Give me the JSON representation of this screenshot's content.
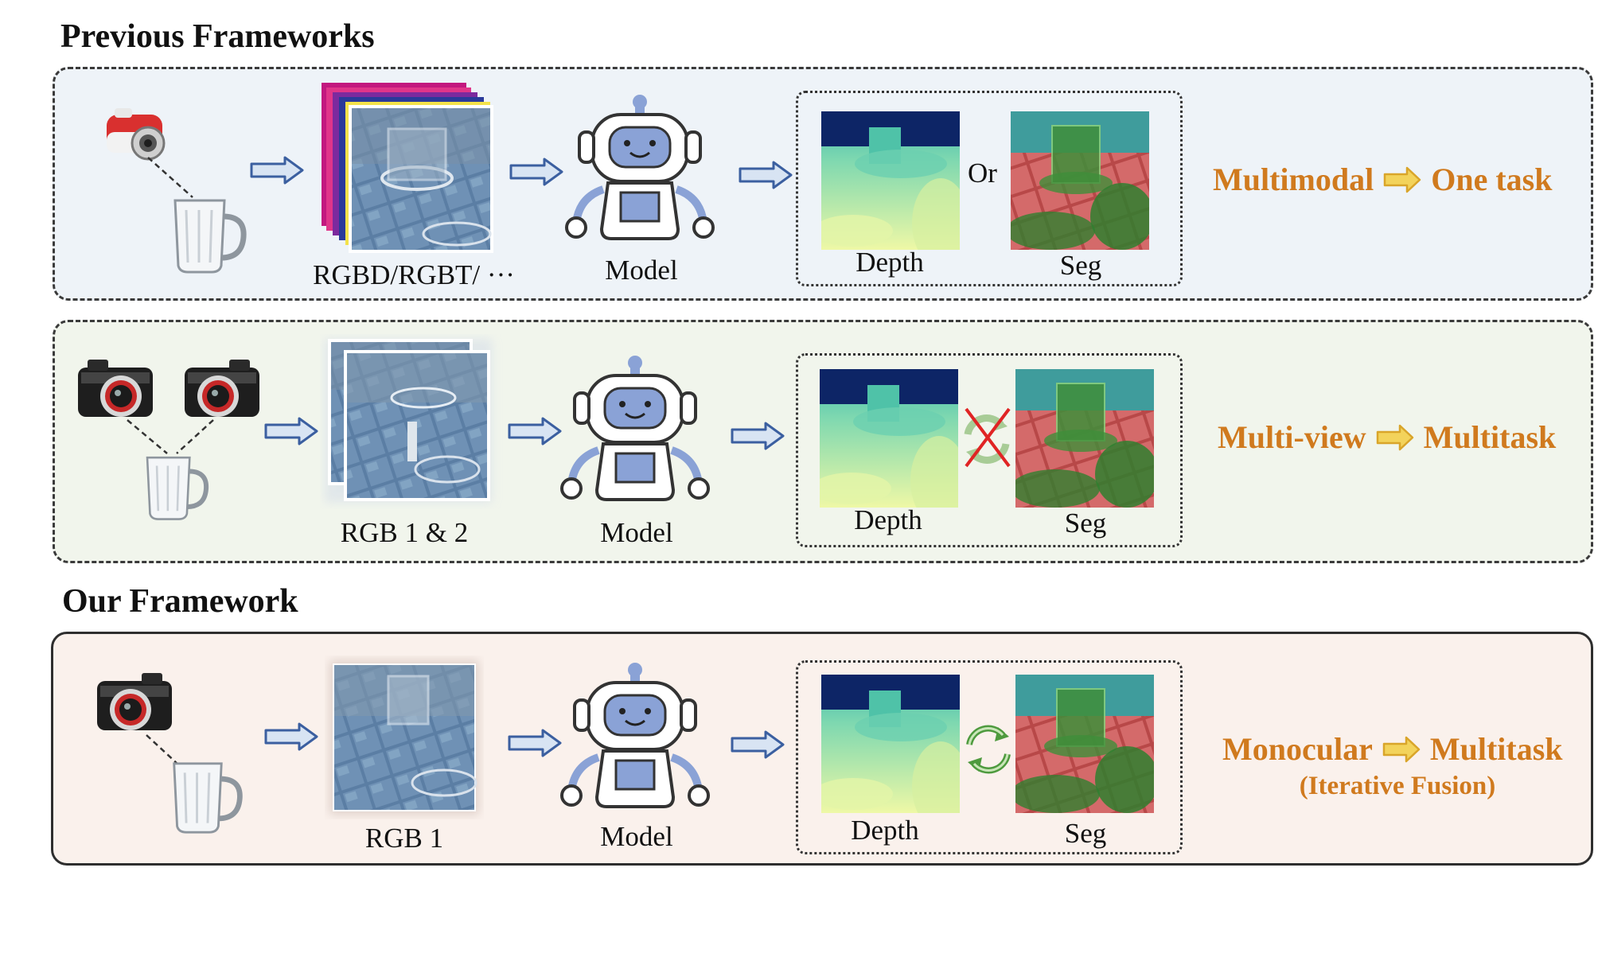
{
  "previous": {
    "title": "Previous Frameworks",
    "row1": {
      "input_label": "RGBD/RGBT/ ···",
      "model_label": "Model",
      "depth_label": "Depth",
      "or_label": "Or",
      "seg_label": "Seg",
      "summary_left": "Multimodal",
      "summary_right": "One task"
    },
    "row2": {
      "input_label": "RGB 1 & 2",
      "model_label": "Model",
      "depth_label": "Depth",
      "seg_label": "Seg",
      "summary_left": "Multi-view",
      "summary_right": "Multitask"
    }
  },
  "ours": {
    "title": "Our Framework",
    "row3": {
      "input_label": "RGB 1",
      "model_label": "Model",
      "depth_label": "Depth",
      "seg_label": "Seg",
      "summary_left": "Monocular",
      "summary_right": "Multitask",
      "summary_sub": "(Iterative Fusion)"
    }
  },
  "colors": {
    "panel1_bg": "#eef3f8",
    "panel2_bg": "#f1f5ec",
    "panel3_bg": "#faf1ec",
    "arrow_outline": "#3b5fa0",
    "arrow_fill": "#d8e4f3",
    "summary_text": "#d07a1e",
    "summary_arrow": "#f3d35b",
    "cross": "#e02424",
    "cycle_green": "#4e9a3e"
  },
  "icons": [
    "camera-icon",
    "mug-icon",
    "robot-icon",
    "arrow-right-icon",
    "cycle-arrows-icon",
    "cross-icon"
  ]
}
